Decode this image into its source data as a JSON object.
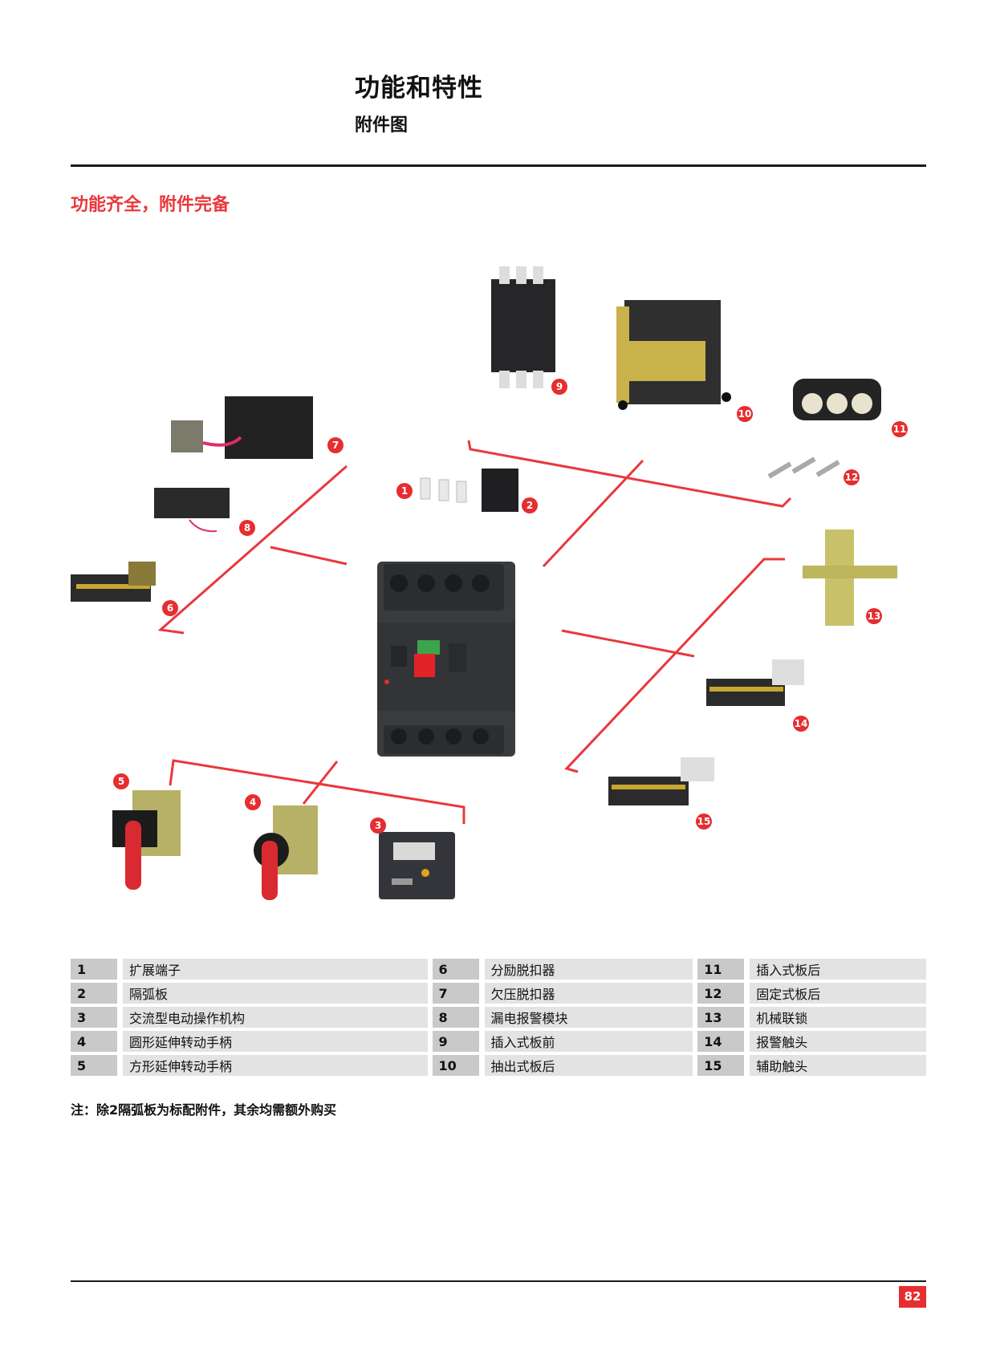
{
  "header": {
    "title": "功能和特性",
    "subtitle": "附件图"
  },
  "tagline": "功能齐全，附件完备",
  "colors": {
    "accent_red": "#e62d2f",
    "dark_body": "#2f3033",
    "num_cell": "#c9c9c9",
    "name_cell": "#e3e3e3"
  },
  "callouts": [
    "1",
    "2",
    "3",
    "4",
    "5",
    "6",
    "7",
    "8",
    "9",
    "10",
    "11",
    "12",
    "13",
    "14",
    "15"
  ],
  "parts": [
    {
      "num": "1",
      "name": "扩展端子"
    },
    {
      "num": "2",
      "name": "隔弧板"
    },
    {
      "num": "3",
      "name": "交流型电动操作机构"
    },
    {
      "num": "4",
      "name": "圆形延伸转动手柄"
    },
    {
      "num": "5",
      "name": "方形延伸转动手柄"
    },
    {
      "num": "6",
      "name": "分励脱扣器"
    },
    {
      "num": "7",
      "name": "欠压脱扣器"
    },
    {
      "num": "8",
      "name": "漏电报警模块"
    },
    {
      "num": "9",
      "name": "插入式板前"
    },
    {
      "num": "10",
      "name": "抽出式板后"
    },
    {
      "num": "11",
      "name": "插入式板后"
    },
    {
      "num": "12",
      "name": "固定式板后"
    },
    {
      "num": "13",
      "name": "机械联锁"
    },
    {
      "num": "14",
      "name": "报警触头"
    },
    {
      "num": "15",
      "name": "辅助触头"
    }
  ],
  "note": "注：除2隔弧板为标配附件，其余均需额外购买",
  "page_number": "82"
}
